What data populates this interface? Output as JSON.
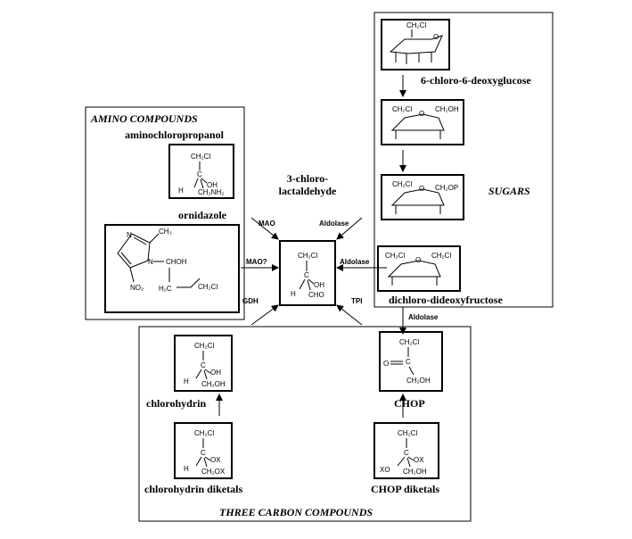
{
  "sections": {
    "amino": "AMINO COMPOUNDS",
    "sugars": "SUGARS",
    "three_carbon": "THREE CARBON COMPOUNDS"
  },
  "compounds": {
    "aminochloropropanol": "aminochloropropanol",
    "ornidazole": "ornidazole",
    "lactaldehyde_line1": "3-chloro-",
    "lactaldehyde_line2": "lactaldehyde",
    "chlorodeoxyglucose": "6-chloro-6-deoxyglucose",
    "dichlorodideoxyfructose": "dichloro-dideoxyfructose",
    "chlorohydrin": "chlorohydrin",
    "chop": "CHOP",
    "chlorohydrin_diketals": "chlorohydrin diketals",
    "chop_diketals": "CHOP diketals"
  },
  "enzymes": {
    "mao": "MAO",
    "mao_q": "MAO?",
    "gdh": "GDH",
    "aldolase_top": "Aldolase",
    "aldolase_mid": "Aldolase",
    "tpi": "TPI",
    "aldolase_down": "Aldolase"
  },
  "structures": {
    "ch2cl": "CH₂Cl",
    "c": "C",
    "h": "H",
    "oh": "OH",
    "ch2nh2": "CH₂NH₂",
    "cho": "CHO",
    "ch2oh": "CH₂OH",
    "ox": "OX",
    "ch2ox": "CH₂OX",
    "xo": "XO",
    "o": "O",
    "ch2op": "CH₂OP",
    "ch3": "CH₃",
    "n": "N",
    "no2": "NO₂",
    "choh": "CHOH",
    "h2c": "H₂C",
    "chain_cl": "CH₂Cl"
  }
}
